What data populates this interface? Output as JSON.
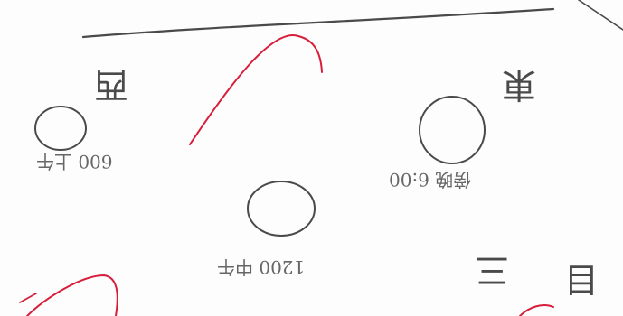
{
  "sheet": {
    "labels": {
      "top_left_char": "西",
      "top_right_char": "東",
      "bottom_right_char_1": "目",
      "bottom_right_char_2": "三",
      "left_time_label": "600 上午",
      "right_time_label": "傍晚 6:00",
      "center_time_label": "1200 中午"
    },
    "colors": {
      "ink": "#4a4a4a",
      "pen_red": "#d81e3a"
    }
  }
}
